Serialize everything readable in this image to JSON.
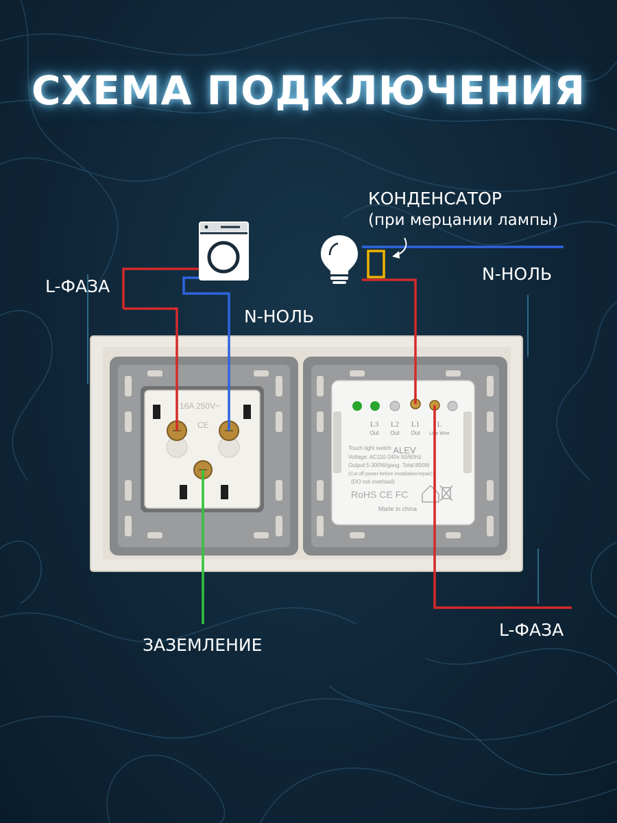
{
  "title": "СХЕМА ПОДКЛЮЧЕНИЯ",
  "labels": {
    "capacitor": "КОНДЕНСАТОР",
    "capacitor_note": "(при мерцании лампы)",
    "n_zero_right": "N-НОЛЬ",
    "l_phase_left": "L-ФАЗА",
    "n_zero_left": "N-НОЛЬ",
    "ground": "ЗАЗЕМЛЕНИЕ",
    "l_phase_right": "L-ФАЗА"
  },
  "icons": {
    "appliance": "washing-machine-icon",
    "lamp": "light-bulb-icon"
  },
  "socket": {
    "rating": "16A 250V~",
    "mark": "CE"
  },
  "switch_module": {
    "terminals": [
      "L3",
      "L2",
      "L1",
      "L"
    ],
    "terminal_sub": [
      "Out",
      "Out",
      "Out",
      "Line Wire"
    ],
    "brand": "ALEV",
    "spec_lines": [
      "Touch light switch",
      "Voltage: AC110-240v 50/60Hz",
      "Output:5-300W/gang. Total:800W",
      "(Cut off power before installation/repair)",
      "(DO not overload)"
    ],
    "certs": "RoHS  CE  FC",
    "made_in": "Made in china"
  },
  "colors": {
    "phase": "#d42a2a",
    "neutral": "#2f64e0",
    "ground": "#33c43c",
    "capacitor": "#f0b400",
    "glow": "#8fdcff"
  }
}
